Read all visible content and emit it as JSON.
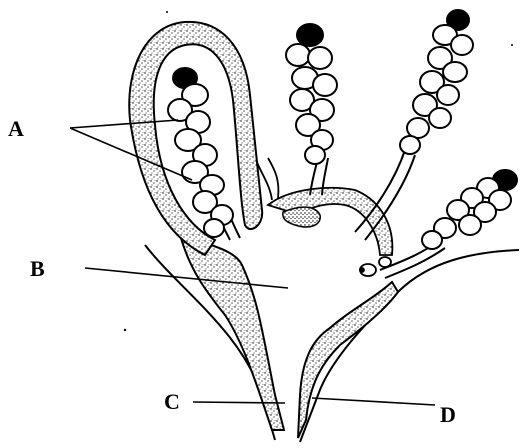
{
  "labels": {
    "a": "A",
    "b": "B",
    "c": "C",
    "d": "D"
  },
  "colors": {
    "ink": "#000000",
    "tissue_stipple": "#000000",
    "background": "#ffffff"
  }
}
